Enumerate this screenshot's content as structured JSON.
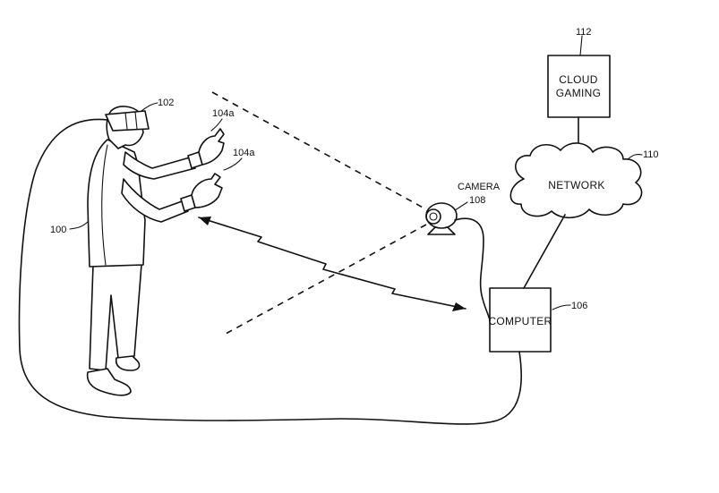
{
  "blocks": {
    "cloud_gaming": {
      "line1": "CLOUD",
      "line2": "GAMING",
      "ref": "112"
    },
    "network": {
      "label": "NETWORK",
      "ref": "110"
    },
    "computer": {
      "label": "COMPUTER",
      "ref": "106"
    },
    "camera": {
      "label": "CAMERA",
      "ref": "108"
    }
  },
  "refs": {
    "user": "100",
    "hmd": "102",
    "hand_upper": "104a",
    "hand_lower": "104a"
  }
}
